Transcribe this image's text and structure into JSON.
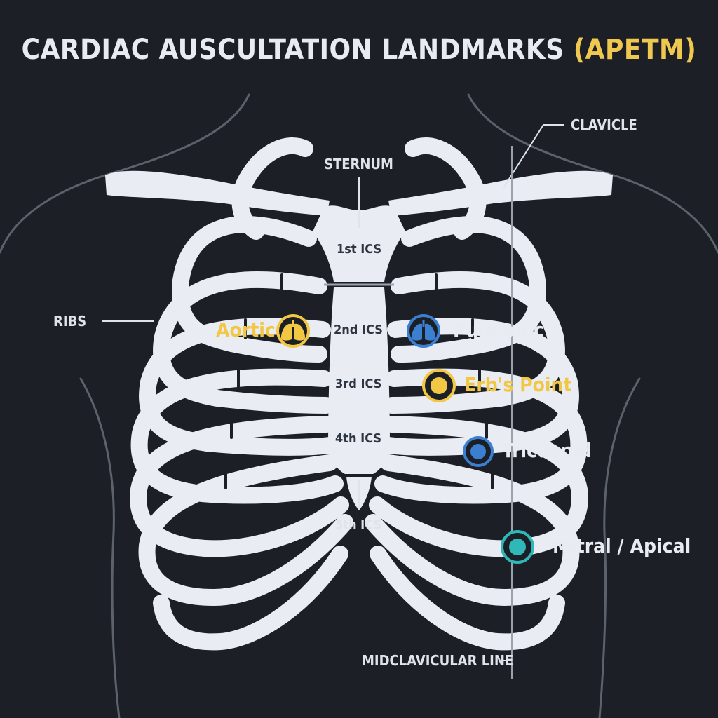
{
  "title": {
    "main": "CARDIAC AUSCULTATION LANDMARKS",
    "mnemonic": "(APETM)"
  },
  "labels": {
    "clavicle": "CLAVICLE",
    "sternum": "STERNUM",
    "ribs": "RIBS",
    "midclavicular": "MIDCLAVICULAR LINE"
  },
  "ics": [
    "1st ICS",
    "2nd ICS",
    "3rd ICS",
    "4th ICS",
    "5th ICS"
  ],
  "sites": [
    {
      "name": "Aortic",
      "color": "#f2c744",
      "icon": "lungs-icon"
    },
    {
      "name": "Pulmonic",
      "color": "#3a7fd0",
      "icon": "lungs-icon"
    },
    {
      "name": "Erb's Point",
      "color": "#f2c744",
      "icon": "dot-icon"
    },
    {
      "name": "Tricuspid",
      "color": "#3a7fd0",
      "icon": "dot-icon"
    },
    {
      "name": "Mitral / Apical",
      "color": "#2fb8b8",
      "icon": "dot-icon"
    }
  ],
  "colors": {
    "background": "#1c2026",
    "bone": "#e9edf3",
    "gold": "#f2c744",
    "blue": "#3a7fd0",
    "teal": "#2fb8b8"
  }
}
